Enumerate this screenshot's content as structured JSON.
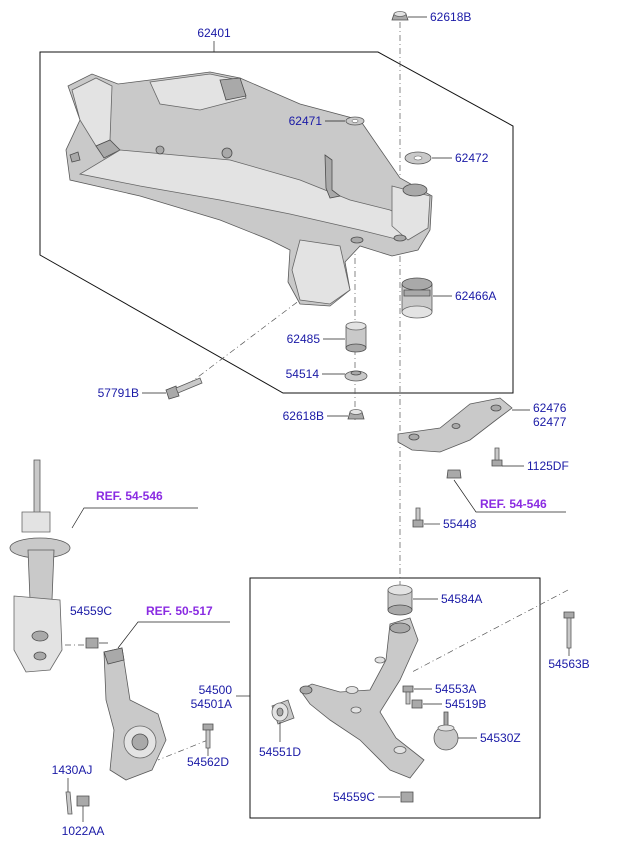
{
  "labels": {
    "p62401": "62401",
    "p62618B_top": "62618B",
    "p62471": "62471",
    "p62472": "62472",
    "p62466A": "62466A",
    "p62485": "62485",
    "p54514": "54514",
    "p57791B": "57791B",
    "p62618B_bot": "62618B",
    "p62476": "62476",
    "p62477": "62477",
    "p1125DF": "1125DF",
    "p55448": "55448",
    "p54584A": "54584A",
    "p54559C_top": "54559C",
    "p54563B": "54563B",
    "p54500": "54500",
    "p54501A": "54501A",
    "p54553A": "54553A",
    "p54519B": "54519B",
    "p54530Z": "54530Z",
    "p54551D": "54551D",
    "p54562D": "54562D",
    "p54559C_bot": "54559C",
    "p1430AJ": "1430AJ",
    "p1022AA": "1022AA"
  },
  "refs": {
    "ref_54546_left": "REF. 54-546",
    "ref_50517": "REF. 50-517",
    "ref_54546_right": "REF. 54-546"
  },
  "colors": {
    "part_label": "#1a1aa6",
    "ref_label": "#8a2be2"
  }
}
